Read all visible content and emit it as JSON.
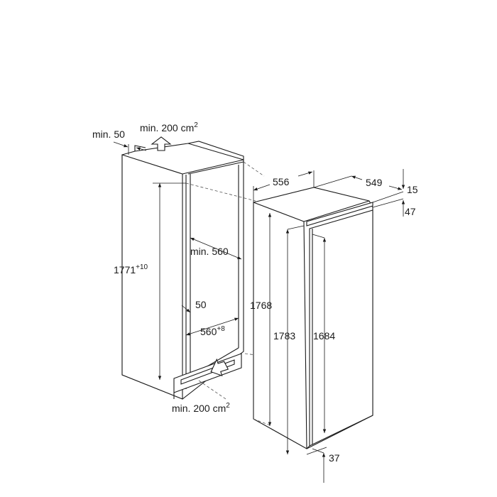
{
  "diagram": {
    "cabinet": {
      "top_vent_label": "min. 200 cm",
      "top_vent_sup": "2",
      "top_gap_label": "min. 50",
      "height_label": "1771",
      "height_sup": "+10",
      "depth_label": "min. 560",
      "door_gap_label": "50",
      "width_label": "560",
      "width_sup": "+8",
      "bottom_vent_label": "min. 200 cm",
      "bottom_vent_sup": "2"
    },
    "appliance": {
      "width_label": "556",
      "depth_label": "549",
      "top_offset_label": "15",
      "hinge_offset_label": "47",
      "side_height_label": "1768",
      "total_height_label": "1783",
      "door_height_label": "1684",
      "bottom_offset_label": "37"
    }
  }
}
